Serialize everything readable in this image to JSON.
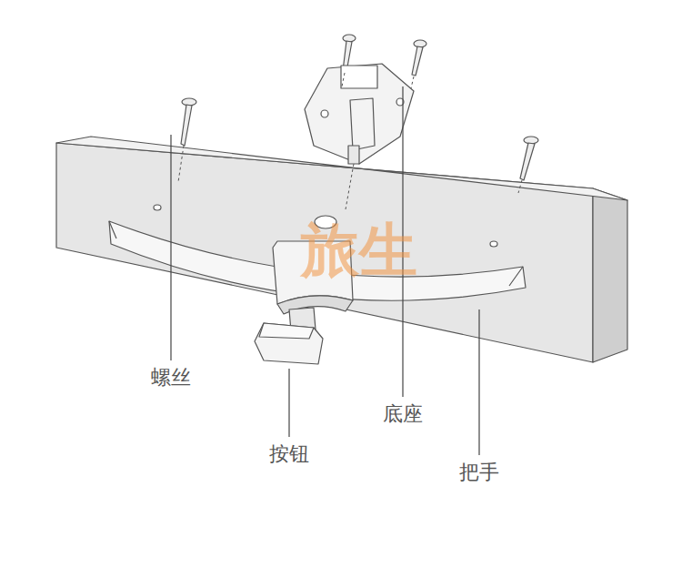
{
  "diagram": {
    "labels": [
      "螺丝",
      "底座",
      "按钮",
      "把手",
      "旅生"
    ]
  }
}
